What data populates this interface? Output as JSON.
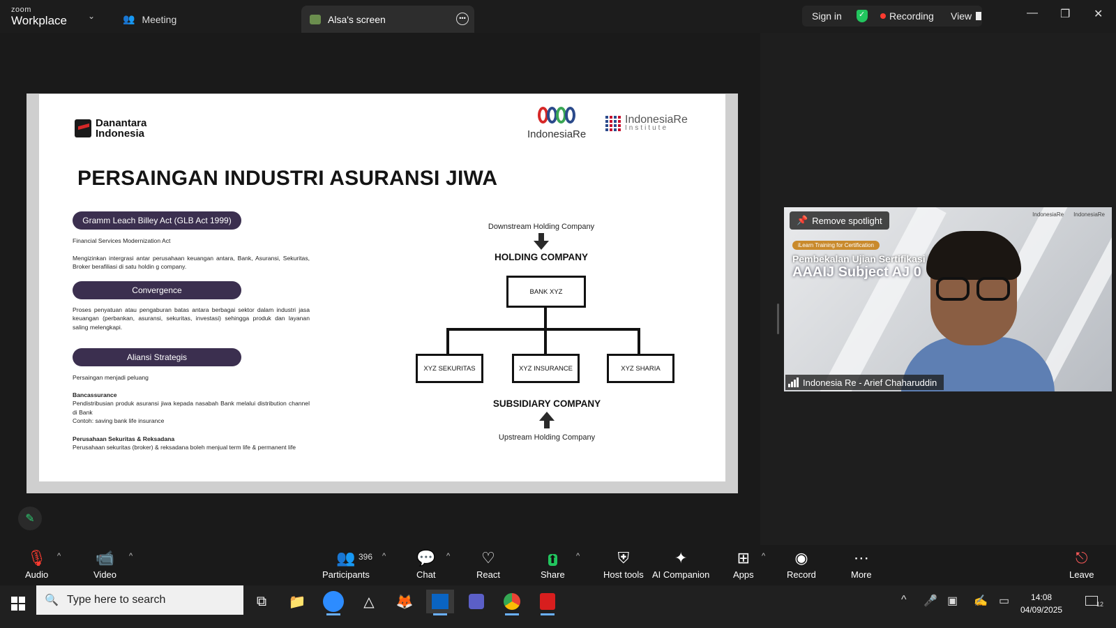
{
  "titlebar": {
    "brand_top": "zoom",
    "brand_bottom": "Workplace",
    "tab_meeting": "Meeting",
    "tab_screen": "Alsa's screen",
    "sign_in": "Sign in",
    "recording": "Recording",
    "view": "View"
  },
  "slide": {
    "logo_left": "Danantara Indonesia",
    "logo_left_l1": "Danantara",
    "logo_left_l2": "Indonesia",
    "logo_mid": "IndonesiaRe",
    "logo_right_top": "IndonesiaRe",
    "logo_right_bottom": "Institute",
    "title": "PERSAINGAN INDUSTRI ASURANSI JIWA",
    "pill1": "Gramm Leach Billey Act (GLB Act 1999)",
    "p1a": "Financial Services Modernization Act",
    "p1b": "Mengizinkan intergrasi antar perusahaan keuangan antara, Bank, Asuransi, Sekuritas, Broker berafiliasi di satu holdin g company.",
    "pill2": "Convergence",
    "p2": "Proses penyatuan atau pengaburan batas antara berbagai sektor dalam industri jasa keuangan (perbankan, asuransi, sekuritas, investasi) sehingga produk dan layanan saling melengkapi.",
    "pill3": "Aliansi Strategis",
    "p3a": "Persaingan menjadi peluang",
    "p3b_title": "Bancassurance",
    "p3b": "Pendistribusian produk asuransi jiwa kepada nasabah Bank melalui distribution channel di Bank",
    "p3c": "Contoh: saving bank life insurance",
    "p3d_title": "Perusahaan Sekuritas & Reksadana",
    "p3d": "Perusahaan sekuritas (broker) & reksadana boleh menjual term life & permanent life",
    "org": {
      "downstream": "Downstream Holding Company",
      "holding": "HOLDING COMPANY",
      "bank": "BANK XYZ",
      "child1": "XYZ SEKURITAS",
      "child2": "XYZ INSURANCE",
      "child3": "XYZ SHARIA",
      "subsidiary": "SUBSIDIARY COMPANY",
      "upstream": "Upstream Holding Company"
    }
  },
  "video": {
    "spotlight": "Remove spotlight",
    "banner_tag": "iLearn Training for Certification",
    "banner_l1": "Pembekalan Ujian Sertifikasi P",
    "banner_l2": "AAAIJ Subject AJ 0",
    "logo_a": "IndonesiaRe",
    "logo_b": "IndonesiaRe",
    "name": "Indonesia Re - Arief Chaharuddin"
  },
  "toolbar": {
    "audio": "Audio",
    "video": "Video",
    "participants": "Participants",
    "participants_count": "396",
    "chat": "Chat",
    "react": "React",
    "share": "Share",
    "host_tools": "Host tools",
    "ai_companion": "AI Companion",
    "apps": "Apps",
    "record": "Record",
    "more": "More",
    "leave": "Leave"
  },
  "taskbar": {
    "search_placeholder": "Type here to search",
    "time": "14:08",
    "date": "04/09/2025",
    "notif_count": "12"
  },
  "colors": {
    "pill": "#3b2f4f",
    "recording_dot": "#ff3b30",
    "shield": "#22c55e",
    "share": "#22c55e"
  }
}
